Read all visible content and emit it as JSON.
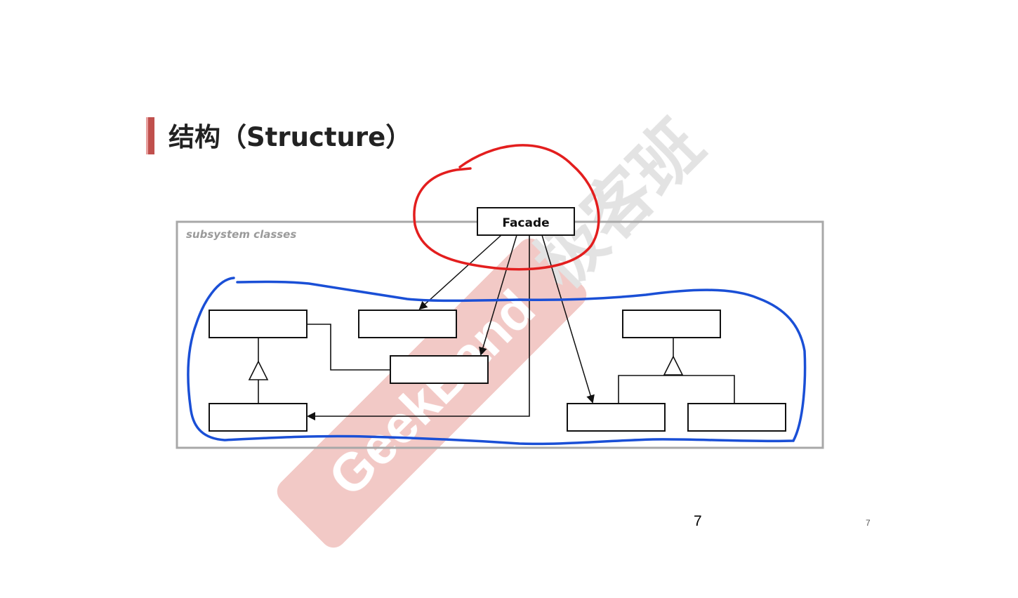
{
  "slide": {
    "title": "结构（Structure）",
    "page_number": "7",
    "page_number_footer": "7"
  },
  "diagram": {
    "container_label": "subsystem classes",
    "facade_label": "Facade",
    "annotations": [
      {
        "name": "facade-highlight",
        "color": "#e31e1e",
        "shape": "freehand-circle"
      },
      {
        "name": "subsystem-highlight",
        "color": "#1a4fd6",
        "shape": "freehand-loop"
      }
    ]
  },
  "watermark": {
    "brand_latin": "GeekBand",
    "brand_cn": "极客班",
    "color": "#e8a7a3"
  }
}
